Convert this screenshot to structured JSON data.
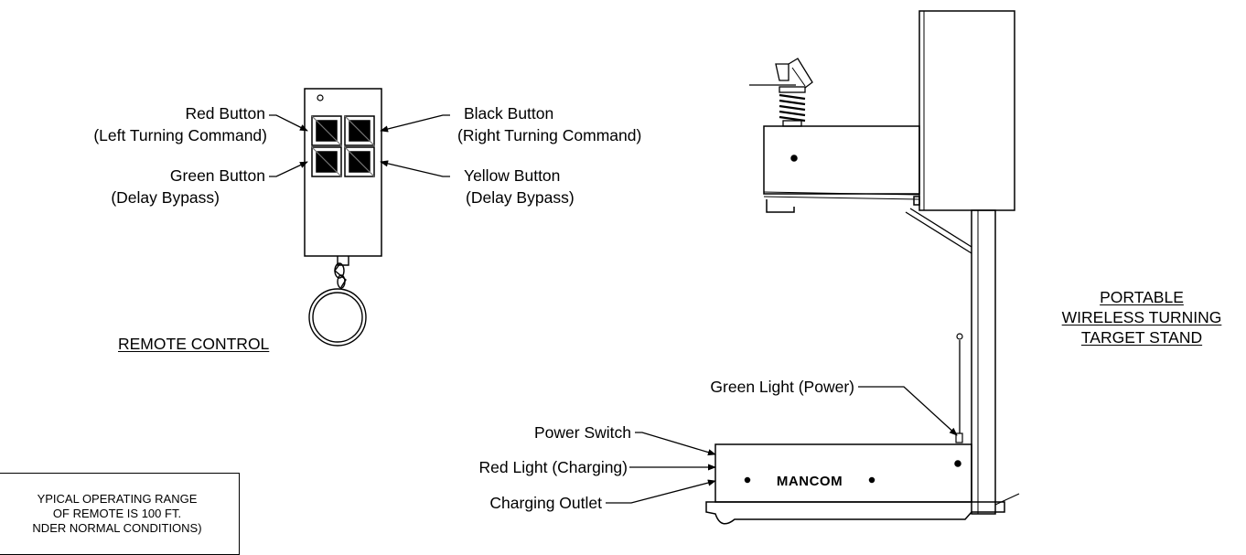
{
  "remote": {
    "red_button": "Red Button",
    "red_desc": "(Left Turning Command)",
    "black_button": "Black Button",
    "black_desc": "(Right Turning Command)",
    "green_button": "Green Button",
    "green_desc": "(Delay Bypass)",
    "yellow_button": "Yellow Button",
    "yellow_desc": "(Delay Bypass)",
    "caption": "REMOTE CONTROL"
  },
  "stand": {
    "caption_line1": "PORTABLE",
    "caption_line2": "WIRELESS TURNING",
    "caption_line3": "TARGET STAND",
    "green_light": "Green Light (Power)",
    "power_switch": "Power Switch",
    "red_light": "Red Light (Charging)",
    "charging_outlet": "Charging Outlet",
    "brand": "MANCOM"
  },
  "note": {
    "line1": "YPICAL OPERATING RANGE",
    "line2": "OF REMOTE IS 100 FT.",
    "line3": "NDER NORMAL CONDITIONS)"
  }
}
